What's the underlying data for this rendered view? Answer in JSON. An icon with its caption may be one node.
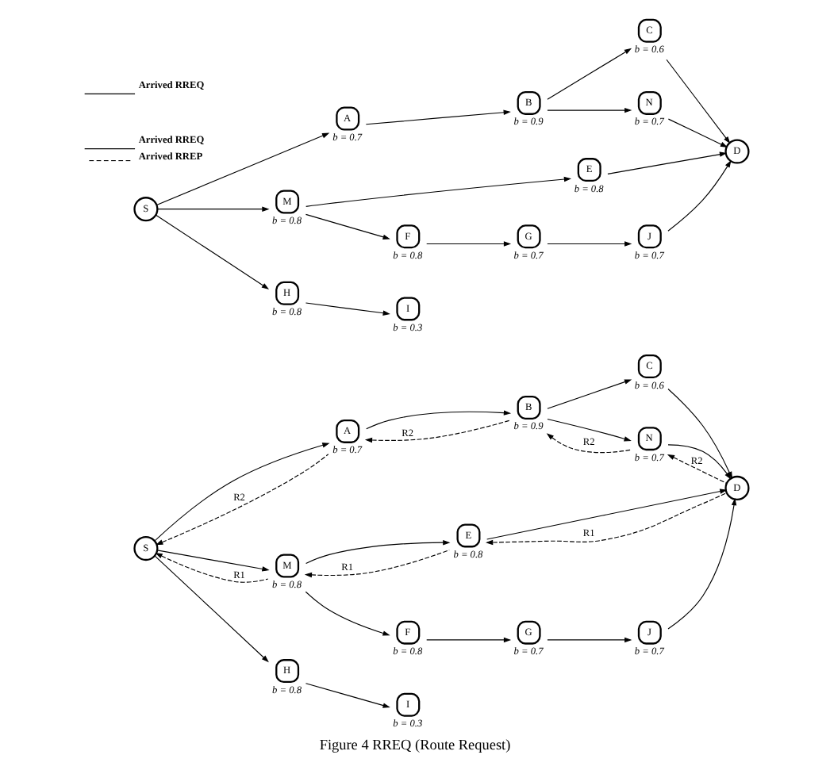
{
  "diagram": {
    "caption": "Figure 4 RREQ (Route Request)",
    "nodes": [
      {
        "text": [
          "S"
        ]
      },
      {
        "text": [
          "A"
        ],
        "beside": [
          "b = 0.7"
        ]
      },
      {
        "text": [
          "B"
        ],
        "beside": [
          "b = 0.9"
        ]
      },
      {
        "text": [
          "C"
        ],
        "beside": [
          "b = 0.6"
        ]
      },
      {
        "text": [
          "N"
        ],
        "beside": [
          "b = 0.7"
        ]
      },
      {
        "text": [
          "M"
        ],
        "beside": [
          "b = 0.8"
        ]
      },
      {
        "text": [
          "E"
        ],
        "beside": [
          "b = 0.8"
        ]
      },
      {
        "text": [
          "D"
        ]
      },
      {
        "text": [
          "F"
        ],
        "beside": [
          "b = 0.8"
        ]
      },
      {
        "text": [
          "G"
        ],
        "beside": [
          "b = 0.7"
        ]
      },
      {
        "text": [
          "J"
        ],
        "beside": [
          "b = 0.7"
        ]
      },
      {
        "text": [
          "H"
        ],
        "beside": [
          "b = 0.8"
        ]
      },
      {
        "text": [
          "I"
        ],
        "beside": [
          "b = 0.3"
        ]
      },
      {
        "text": [
          "S"
        ]
      },
      {
        "text": [
          "A"
        ],
        "beside": [
          "b = 0.7"
        ]
      },
      {
        "text": [
          "B"
        ],
        "beside": [
          "b = 0.9"
        ]
      },
      {
        "text": [
          "C"
        ],
        "beside": [
          "b = 0.6"
        ]
      },
      {
        "text": [
          "N"
        ],
        "beside": [
          "b = 0.7"
        ]
      },
      {
        "text": [
          "M"
        ],
        "beside": [
          "b = 0.8"
        ]
      },
      {
        "text": [
          "E"
        ],
        "beside": [
          "b = 0.8"
        ]
      },
      {
        "text": [
          "D"
        ]
      },
      {
        "text": [
          "F"
        ],
        "beside": [
          "b = 0.8"
        ]
      },
      {
        "text": [
          "G"
        ],
        "beside": [
          "b = 0.7"
        ]
      },
      {
        "text": [
          "J"
        ],
        "beside": [
          "b = 0.7"
        ]
      },
      {
        "text": [
          "H"
        ],
        "beside": [
          "b = 0.8"
        ]
      },
      {
        "text": [
          "I"
        ],
        "beside": [
          "b = 0.3"
        ]
      }
    ],
    "edges": [
      {
        "from": 0,
        "to": 1,
        "arrow": "to"
      },
      {
        "from": 1,
        "to": 2,
        "arrow": "to"
      },
      {
        "from": 2,
        "to": 3,
        "arrow": "to"
      },
      {
        "from": 2,
        "to": 4,
        "arrow": "to"
      },
      {
        "from": 3,
        "to": 7,
        "arrow": "to"
      },
      {
        "from": 4,
        "to": 7,
        "arrow": "to"
      },
      {
        "from": 0,
        "to": 5,
        "arrow": "to"
      },
      {
        "from": 5,
        "to": 6,
        "arrow": "to"
      },
      {
        "from": 6,
        "to": 7,
        "arrow": "to"
      },
      {
        "from": 5,
        "to": 8,
        "arrow": "to"
      },
      {
        "from": 8,
        "to": 9,
        "arrow": "to"
      },
      {
        "from": 9,
        "to": 10,
        "arrow": "to"
      },
      {
        "from": 10,
        "to": 7,
        "arrow": "to"
      },
      {
        "from": 0,
        "to": 11,
        "arrow": "to"
      },
      {
        "from": 11,
        "to": 12,
        "arrow": "to"
      },
      {
        "from": 13,
        "to": 14,
        "arrow": "to"
      },
      {
        "from": 14,
        "to": 15,
        "arrow": "to"
      },
      {
        "from": 15,
        "to": 16,
        "arrow": "to"
      },
      {
        "from": 15,
        "to": 17,
        "arrow": "to"
      },
      {
        "from": 16,
        "to": 20,
        "arrow": "to"
      },
      {
        "from": 17,
        "to": 20,
        "arrow": "to"
      },
      {
        "from": 13,
        "to": 18,
        "arrow": "to"
      },
      {
        "from": 18,
        "to": 19,
        "arrow": "to"
      },
      {
        "from": 19,
        "to": 20,
        "arrow": "to"
      },
      {
        "from": 18,
        "to": 21,
        "arrow": "to"
      },
      {
        "from": 21,
        "to": 22,
        "arrow": "to"
      },
      {
        "from": 22,
        "to": 23,
        "arrow": "to"
      },
      {
        "from": 23,
        "to": 20,
        "arrow": "to"
      },
      {
        "from": 13,
        "to": 24,
        "arrow": "to"
      },
      {
        "from": 24,
        "to": 25,
        "arrow": "to"
      },
      {
        "from": 15,
        "to": 14,
        "arrow": "to",
        "label": "R2",
        "style": "dashed"
      },
      {
        "from": 14,
        "to": 13,
        "arrow": "to",
        "label": "R2",
        "style": "dashed"
      },
      {
        "from": 17,
        "to": 15,
        "arrow": "to",
        "label": "R2",
        "style": "dashed"
      },
      {
        "from": 20,
        "to": 17,
        "arrow": "to",
        "label": "R2",
        "style": "dashed"
      },
      {
        "from": 20,
        "to": 19,
        "arrow": "to",
        "label": "R1",
        "style": "dashed"
      },
      {
        "from": 19,
        "to": 18,
        "arrow": "to",
        "label": "R1",
        "style": "dashed"
      },
      {
        "from": 18,
        "to": 13,
        "arrow": "to",
        "label": "R1",
        "style": "dashed"
      }
    ],
    "legend": [
      {
        "text": "Arrived RREQ"
      },
      {
        "text": "Arrived RREQ"
      },
      {
        "text": "Arrived RREP"
      }
    ]
  }
}
